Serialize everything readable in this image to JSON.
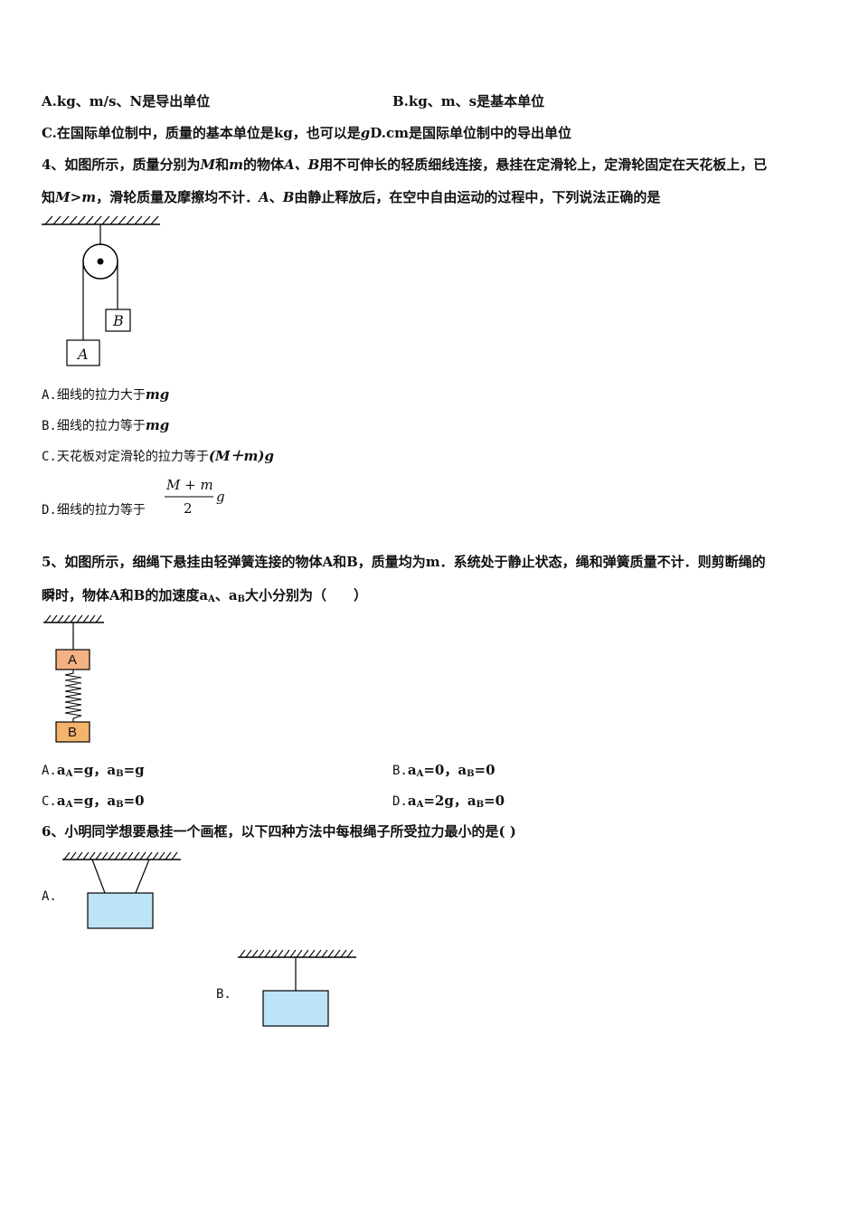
{
  "q3": {
    "optA": "A.kg、m/s、N是导出单位",
    "optB": "B.kg、m、s是基本单位",
    "optC": "C.在国际单位制中，质量的基本单位是kg，也可以是",
    "optC_g": "g",
    "optD": "D.cm是国际单位制中的导出单位"
  },
  "q4": {
    "line1_a": "4、如图所示，质量分别为",
    "M": "M",
    "and": "和",
    "m": "m",
    "line1_b": "的物体",
    "AB": "A、B",
    "line1_c": "用不可伸长的轻质细线连接，悬挂在定滑轮上，定滑轮固定在天花板上，已",
    "line2_a": "知",
    "cond": "M>m",
    "line2_b": "，滑轮质量及摩擦均不计．",
    "A": "A",
    "sep": "、",
    "B": "B",
    "line2_c": "由静止释放后，在空中自由运动的过程中，下列说法正确的是",
    "label_A": "A",
    "label_B": "B",
    "optA": "A.细线的拉力大于",
    "optA_v": "mg",
    "optB": "B.细线的拉力等于",
    "optB_v": "mg",
    "optC": "C.天花板对定滑轮的拉力等于",
    "optC_v": "(M＋m)g",
    "optD": "D.细线的拉力等于",
    "optD_num": "M + m",
    "optD_den": "2",
    "optD_g": "g"
  },
  "q5": {
    "line1": "5、如图所示，细绳下悬挂由轻弹簧连接的物体A和B，质量均为m．系统处于静止状态，绳和弹簧质量不计．则剪断绳的",
    "line2": "瞬时，物体A和B的加速度a",
    "sub_A": "A",
    "sep": "、a",
    "sub_B": "B",
    "line2_end": "大小分别为（　　）",
    "box_A": "A",
    "box_B": "B",
    "optA_pre": "A.",
    "optA": "=g，a",
    "optA_end": "=g",
    "optB_pre": "B.",
    "optB": "=0，a",
    "optB_end": "=0",
    "optC_pre": "C.",
    "optC": "=g，a",
    "optC_end": "=0",
    "optD_pre": "D.",
    "optD": "=2g，a",
    "optD_end": "=0",
    "a": "a"
  },
  "q6": {
    "stem": "6、小明同学想要悬挂一个画框，以下四种方法中每根绳子所受拉力最小的是(   )",
    "optA": "A.",
    "optB": "B."
  },
  "colors": {
    "boxA": "#f4b183",
    "boxB": "#f4b46c",
    "frame": "#bde3f7"
  }
}
